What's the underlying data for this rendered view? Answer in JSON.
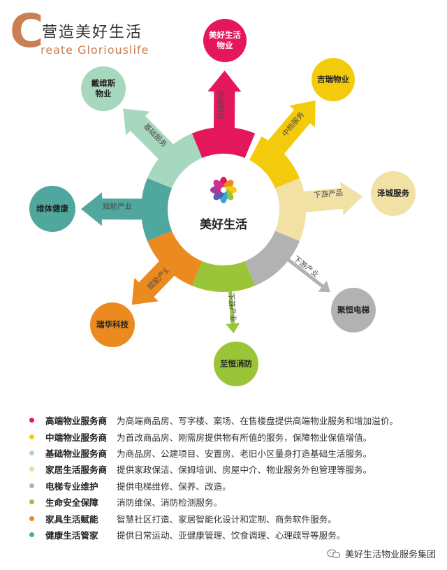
{
  "header": {
    "letter": "C",
    "title_cn": "营造美好生活",
    "title_en": "reate Gloriouslife"
  },
  "center": {
    "label": "美好生活"
  },
  "spokes": [
    {
      "color": "#e4175a",
      "node": [
        "美好生活",
        "物业"
      ],
      "link": "高端物业",
      "style": "arrow"
    },
    {
      "color": "#f4cb0c",
      "node": [
        "吉瑞物业"
      ],
      "link": "中档服务",
      "style": "arrow"
    },
    {
      "color": "#f1e1a5",
      "node": [
        "泽城服务"
      ],
      "link": "下游产品",
      "style": "arrow"
    },
    {
      "color": "#b2b2b2",
      "node": [
        "聚恒电梯"
      ],
      "link": "下游产业",
      "style": "line"
    },
    {
      "color": "#9bc539",
      "node": [
        "至恒消防"
      ],
      "link": "下游产业",
      "style": "line"
    },
    {
      "color": "#ea8a1f",
      "node": [
        "瑞华科技"
      ],
      "link": "赋能产业",
      "style": "arrow"
    },
    {
      "color": "#4fa79e",
      "node": [
        "维体健康"
      ],
      "link": "赋能产业",
      "style": "arrow"
    },
    {
      "color": "#a8d7bf",
      "node": [
        "戴维斯",
        "物业"
      ],
      "link": "基础服务",
      "style": "arrow"
    }
  ],
  "legend": [
    {
      "color": "#e4175a",
      "title": "高端物业服务商",
      "desc": "为高端商品房、写字楼、案场、在售楼盘提供高端物业服务和增加溢价。"
    },
    {
      "color": "#f4cb0c",
      "title": "中端物业服务商",
      "desc": "为首改商品房、刚需房提供物有所值的服务，保障物业保值增值。"
    },
    {
      "color": "#a8d7bf",
      "title": "基础物业服务商",
      "desc": "为商品房、公建项目、安置房、老旧小区量身打造基础生活服务。"
    },
    {
      "color": "#f1d99a",
      "title": "家居生活服务商",
      "desc": "提供家政保洁、保姆培训、房屋中介、物业服务外包管理等服务。"
    },
    {
      "color": "#b2b2b2",
      "title": "电梯专业维护",
      "desc": "提供电梯维修、保养、改造。"
    },
    {
      "color": "#9bc539",
      "title": "生命安全保障",
      "desc": "消防维保、消防检测服务。"
    },
    {
      "color": "#ea8a1f",
      "title": "家具生活赋能",
      "desc": "智慧社区打造、家居智能化设计和定制、商务软件服务。"
    },
    {
      "color": "#4fa79e",
      "title": "健康生活管家",
      "desc": "提供日常运动、亚健康管理、饮食调理、心理疏导等服务。"
    }
  ],
  "watermark": {
    "text": "美好生活物业服务集团",
    "icon": "wechat-icon"
  }
}
